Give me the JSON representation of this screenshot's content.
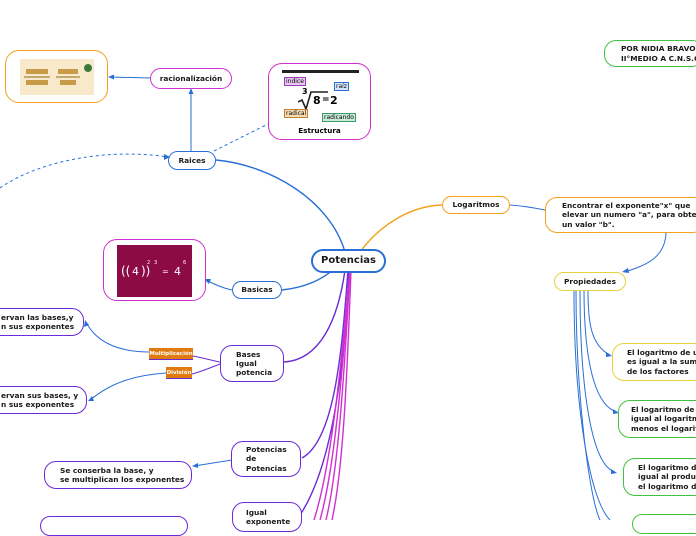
{
  "nodes": {
    "center": "Potencias",
    "raices": "Raices",
    "racionalizacion": "racionalización",
    "estructura": "Estructura",
    "basicas": "Basicas",
    "bases_igual": [
      "Bases",
      "Igual",
      "potencia"
    ],
    "multiplicacion": "Multiplicación",
    "division": "División",
    "mult_text": [
      "ervan las bases,y",
      "n sus exponentes"
    ],
    "div_text": [
      "ervan sus bases, y",
      "n sus exponentes"
    ],
    "potencias_de": [
      "Potencias",
      "de",
      "Potencias"
    ],
    "potencias_text": [
      "Se conserba la base, y",
      "se multiplican los exponentes"
    ],
    "igual_exponente": [
      "Igual",
      "exponente"
    ],
    "logaritmos": "Logaritmos",
    "log_def": [
      "Encontrar el exponente\"x\" que",
      "elevar un numero \"a\", para obten",
      "un valor \"b\"."
    ],
    "propiedades": "Propiedades",
    "prop1": [
      "El logaritmo de un",
      "es igual a la suma",
      "de los factores"
    ],
    "prop2": [
      "El logaritmo de u",
      "igual al logaritmo",
      "menos el logaritm"
    ],
    "prop3": [
      "El logaritmo de",
      "igual al product",
      "el logaritmo de"
    ],
    "author": [
      "POR NIDIA BRAVO",
      "II°MEDIO A C.N.S.C"
    ]
  },
  "estructura_img": {
    "indice": "indice",
    "index_num": "3",
    "radicand": "8",
    "result": "2",
    "raiz": "raíz",
    "radical": "radical",
    "radicando": "radicando"
  },
  "basicas_img": {
    "base": "4",
    "exp_inner": "2",
    "exp_outer": "3",
    "rhs_base": "4",
    "rhs_exp": "6"
  },
  "colors": {
    "blue": "#2a6fd6",
    "orange": "#f2a31a",
    "purple": "#6a2bd8",
    "magenta": "#d12fd1",
    "green": "#3fc43f",
    "yellow": "#e7d23c",
    "maroon": "#8c0b45"
  }
}
